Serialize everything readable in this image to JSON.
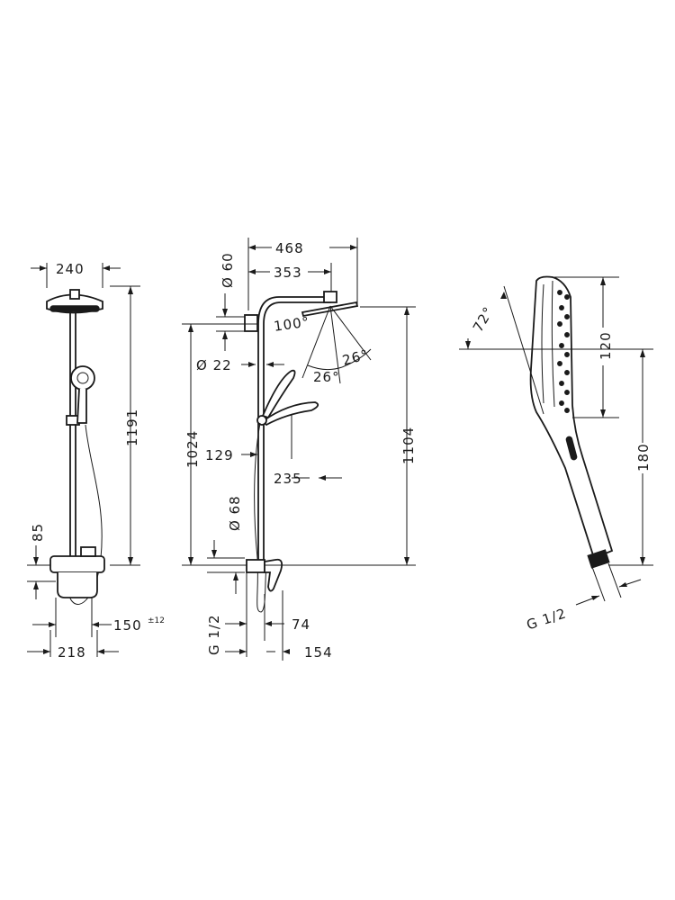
{
  "view_front": {
    "head_width": "240",
    "total_height": "1191",
    "mixer_offset": "85",
    "spout_range": "150",
    "spout_tolerance": "±12",
    "mixer_width": "218"
  },
  "view_side": {
    "arm_length": "468",
    "arm_to_head": "353",
    "rail_dia": "Ø 60",
    "head_tilt": "100°",
    "holder_dia": "Ø 22",
    "swivel_angle_left": "26°",
    "swivel_angle_right": "26°",
    "holder_height": "1024",
    "head_height": "1104",
    "holder_offset": "129",
    "handshower_reach": "235",
    "pipe_dia": "Ø 68",
    "connection_thread": "G 1/2",
    "mixer_depth": "74",
    "spout_depth": "154"
  },
  "view_handshower": {
    "angle": "72°",
    "face_length": "120",
    "total_length": "180",
    "thread": "G 1/2"
  }
}
